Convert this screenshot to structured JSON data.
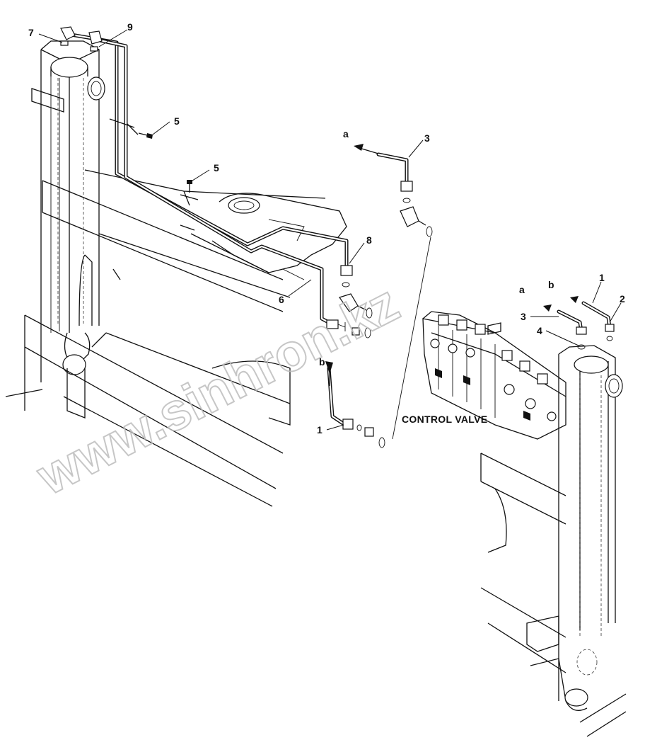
{
  "diagram": {
    "component_label": "CONTROL VALVE",
    "watermark": "www.sinhron.kz",
    "corner_code": "",
    "callouts": {
      "c1_left": "1",
      "c1_right": "1",
      "c2": "2",
      "c3_top": "3",
      "c3_right": "3",
      "c4": "4",
      "c5_upper": "5",
      "c5_lower": "5",
      "c6": "6",
      "c7": "7",
      "c8": "8",
      "c9": "9"
    },
    "flow_labels": {
      "a_top": "a",
      "a_right": "a",
      "b_left": "b",
      "b_right": "b"
    }
  }
}
